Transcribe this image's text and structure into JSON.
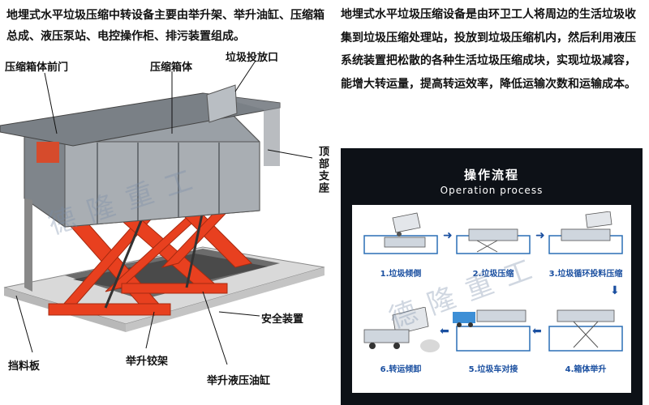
{
  "headline": "地埋式水平垃圾压缩中转设备主要由举升架、举升油缸、压缩箱总成、液压泵站、电控操作柜、排污装置组成。",
  "description": "地埋式水平垃圾压缩设备是由环卫工人将周边的生活垃圾收集到垃圾压缩处理站，投放到垃圾压缩机内，然后利用液压系统装置把松散的各种生活垃圾压缩成块，实现垃圾减容，能增大转运量，提高转运效率，降低运输次数和运输成本。",
  "illustration": {
    "callouts": {
      "front_door": "压缩箱体前门",
      "box_body": "压缩箱体",
      "inlet": "垃圾投放口",
      "top_support": "顶部支座",
      "safety": "安全装置",
      "baffle": "挡料板",
      "hinge_frame": "举升铰架",
      "cylinder": "举升液压油缸"
    },
    "body_logo": "德隆重工",
    "watermark": "德隆重工"
  },
  "process": {
    "title": "操作流程",
    "subtitle": "Operation process",
    "steps": [
      {
        "label": "1.垃圾倾倒"
      },
      {
        "label": "2.垃圾压缩"
      },
      {
        "label": "3.垃圾循环投料压缩"
      },
      {
        "label": "4.箱体举升"
      },
      {
        "label": "5.垃圾车对接"
      },
      {
        "label": "6.转运倾卸"
      }
    ],
    "watermark": "德隆重工"
  },
  "colors": {
    "frame_red": "#e8401f",
    "box_gray": "#8d9196",
    "panel_bg": "#0d1117",
    "step_blue": "#1a4fa0"
  }
}
